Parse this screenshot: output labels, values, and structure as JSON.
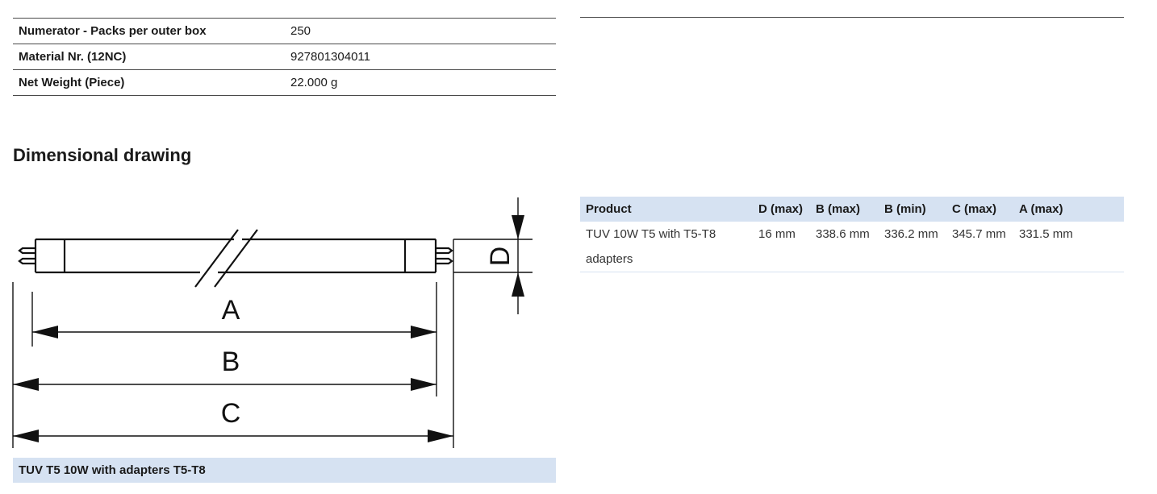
{
  "specs": [
    {
      "key": "Numerator - Packs per outer box",
      "value": "250"
    },
    {
      "key": "Material Nr. (12NC)",
      "value": "927801304011"
    },
    {
      "key": "Net Weight (Piece)",
      "value": "22.000 g"
    }
  ],
  "section_title": "Dimensional drawing",
  "drawing": {
    "label_a": "A",
    "label_b": "B",
    "label_c": "C",
    "label_d": "D",
    "caption": "TUV T5 10W with adapters T5-T8"
  },
  "dimensions_table": {
    "headers": [
      "Product",
      "D (max)",
      "B (max)",
      "B (min)",
      "C (max)",
      "A (max)"
    ],
    "row": {
      "product_line1": "TUV 10W T5 with T5-T8",
      "product_line2": "adapters",
      "d_max": "16 mm",
      "b_max": "338.6 mm",
      "b_min": "336.2 mm",
      "c_max": "345.7 mm",
      "a_max": "331.5 mm"
    }
  },
  "colors": {
    "header_bg": "#d6e2f2",
    "rule": "#4a4a4a"
  }
}
